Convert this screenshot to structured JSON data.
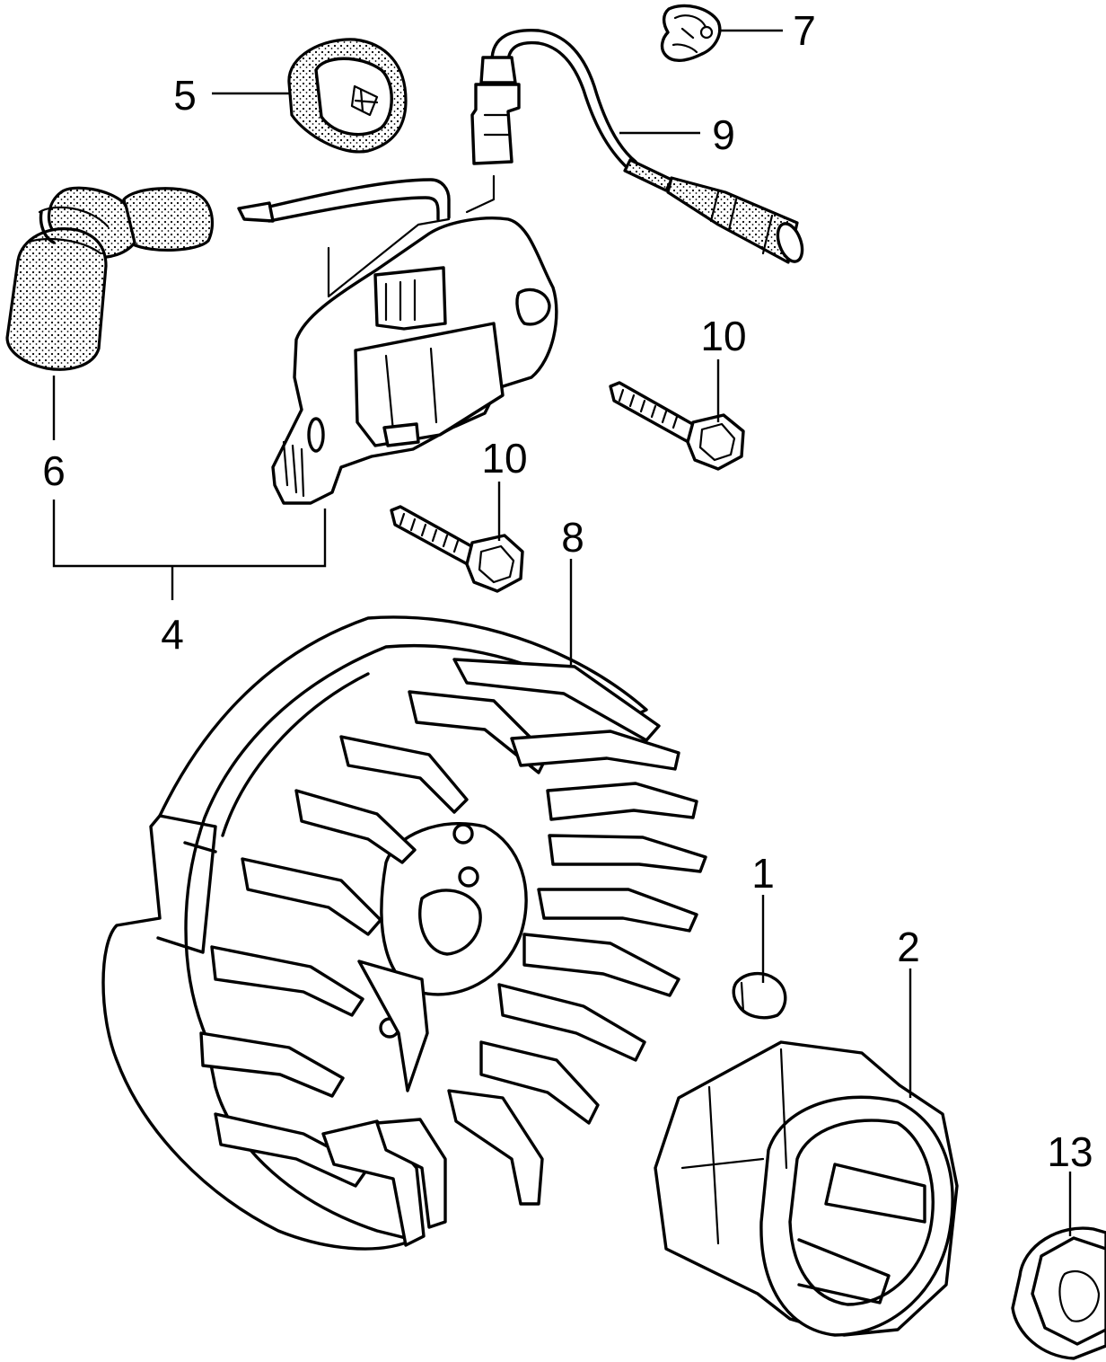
{
  "callouts": [
    {
      "id": "1",
      "label": "1"
    },
    {
      "id": "2",
      "label": "2"
    },
    {
      "id": "4",
      "label": "4"
    },
    {
      "id": "5",
      "label": "5"
    },
    {
      "id": "6",
      "label": "6"
    },
    {
      "id": "7",
      "label": "7"
    },
    {
      "id": "8",
      "label": "8"
    },
    {
      "id": "9",
      "label": "9"
    },
    {
      "id": "10a",
      "label": "10"
    },
    {
      "id": "10b",
      "label": "10"
    },
    {
      "id": "13",
      "label": "13"
    }
  ],
  "parts": {
    "1": {
      "icon": "flywheel-key-icon"
    },
    "2": {
      "icon": "starter-pulley-cup-icon"
    },
    "4": {
      "icon": "ignition-coil-assembly-bracket"
    },
    "5": {
      "icon": "air-filter-cover-icon"
    },
    "6": {
      "icon": "spark-plug-cap-icon"
    },
    "7": {
      "icon": "wire-clamp-icon"
    },
    "8": {
      "icon": "flywheel-fan-icon"
    },
    "9": {
      "icon": "stop-switch-wire-icon"
    },
    "10": {
      "icon": "bolt-icon"
    },
    "13": {
      "icon": "flange-nut-icon"
    }
  }
}
